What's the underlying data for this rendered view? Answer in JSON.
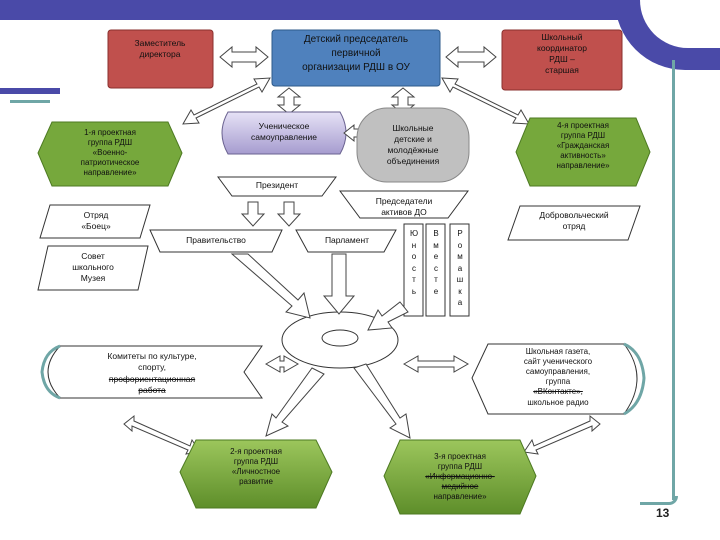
{
  "slide": {
    "page_number": "13",
    "colors": {
      "frame": "#4a4aa8",
      "red_box": "#c0504d",
      "blue_box": "#4f81bd",
      "green": "#76a83c",
      "lavender": "#c9c3e6",
      "teal": "#6fa6a6"
    }
  },
  "nodes": {
    "deputy": "Заместитель\nдиректора",
    "chair": "Детский председатель\nпервичной\nорганизации РДШ в ОУ",
    "coordinator": "Школьный\nкоординатор\nРДШ –\nстаршая",
    "student_gov": "Ученическое\nсамоуправление",
    "youth_assoc": "Школьные\nдетские и\nмолодёжные\nобъединения",
    "project1": "1-я проектная\nгруппа РДШ\n«Военно-\nпатриотическое\nнаправление»",
    "project4": "4-я проектная\nгруппа РДШ\n«Гражданская\nактивность»\nнаправление»",
    "president": "Президент",
    "asset_chairs": "Председатели\nактивов ДО",
    "volunteer": "Добровольческий\nотряд",
    "squad": "Отряд\n«Боец»",
    "museum": "Совет\nшкольного\nМузея",
    "government": "Правительство",
    "parliament": "Парламент",
    "col1": "Ю\nн\nо\nс\nт\nь",
    "col2": "В\nм\nе\nс\nт\nе",
    "col3": "Р\nо\nм\nа\nш\nк\nа",
    "committees_a": "Комитеты по культуре,\nспорту,",
    "committees_b": "профориентационная\nработа",
    "newspaper_a": "Школьная газета,\nсайт ученического\nсамоуправления,\nгруппа",
    "newspaper_b": "«ВКонтакте»,",
    "newspaper_c": "школьное радио",
    "project2": "2-я проектная\nгруппа РДШ\n«Личностное\nразвитие",
    "project3a": "3-я проектная\nгруппа РДШ",
    "project3b": "«Информационно-\nмедийное",
    "project3c": "направление»"
  }
}
